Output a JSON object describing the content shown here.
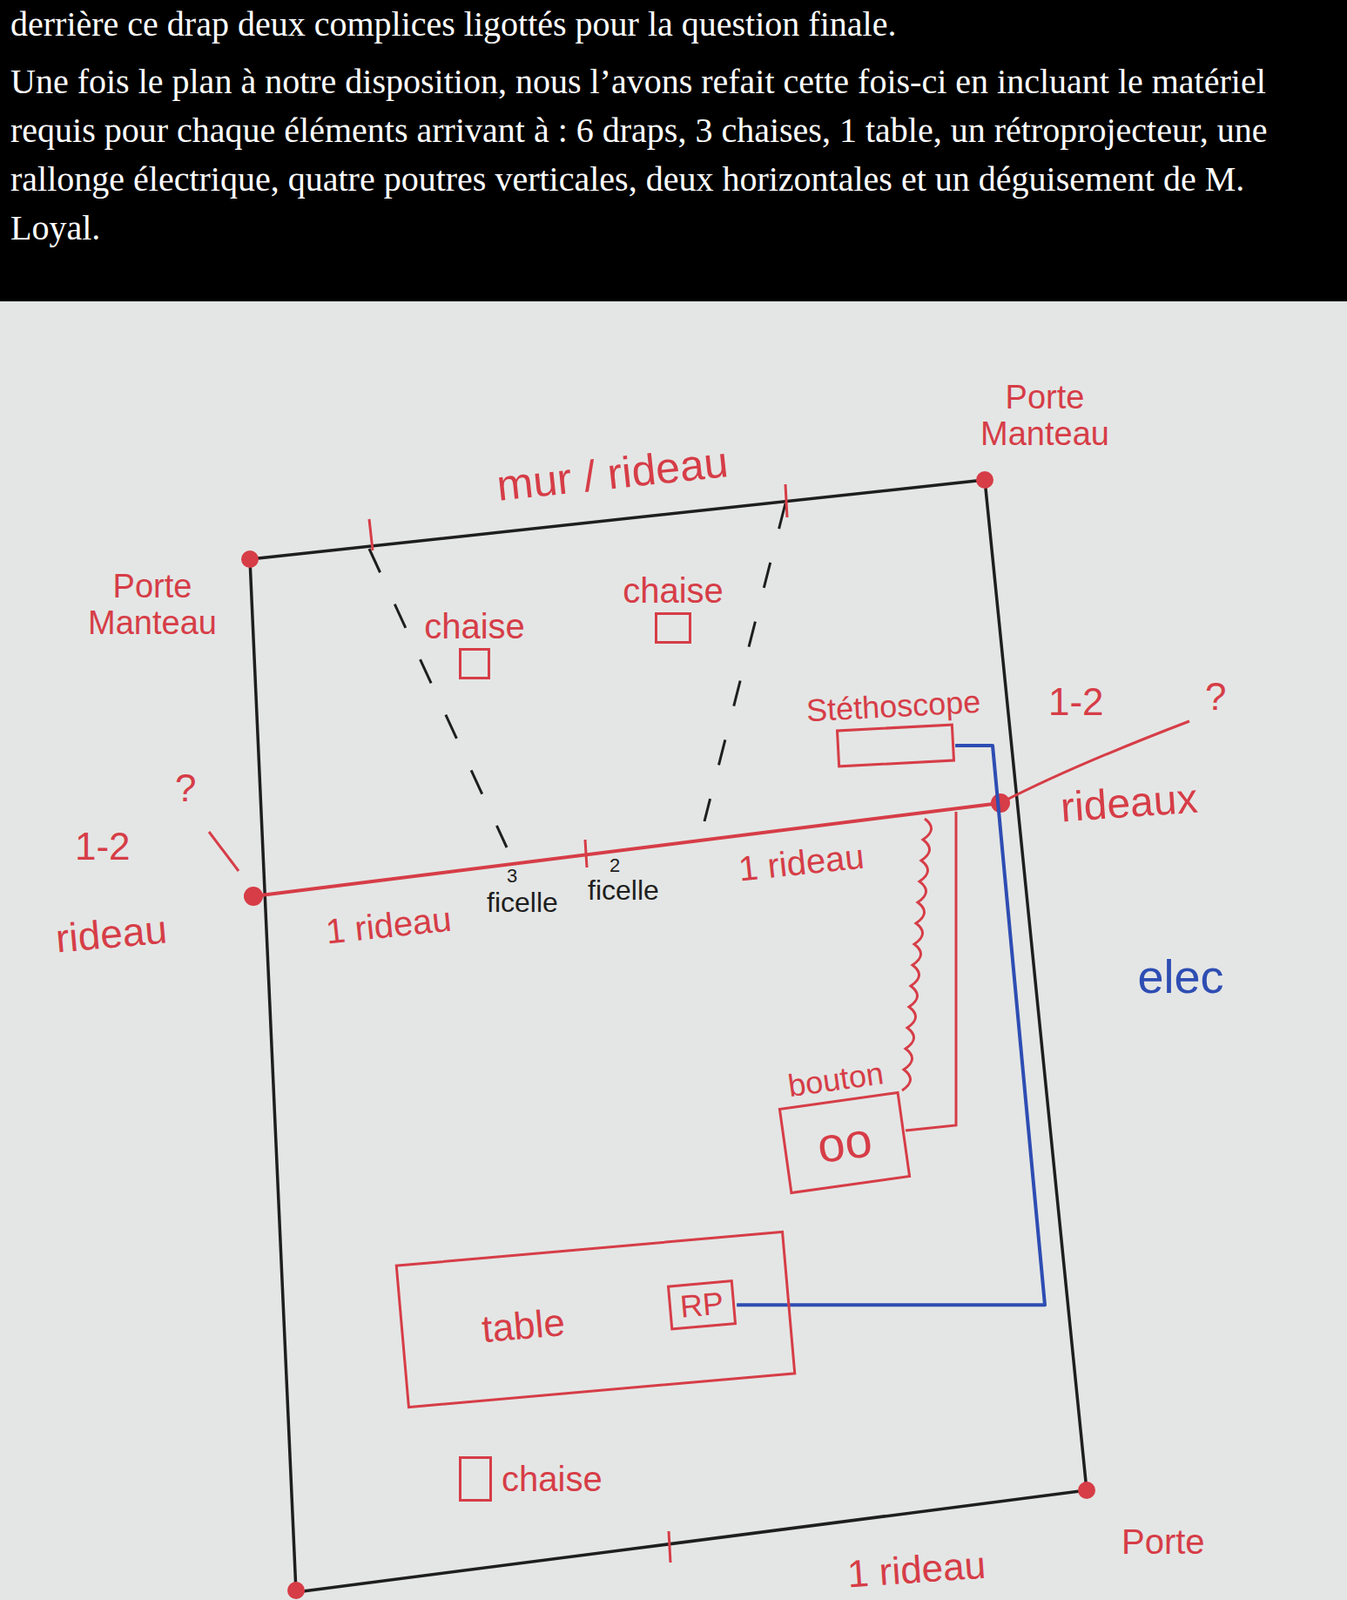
{
  "diagram": {
    "nodes": [
      {
        "text": [
          "chaise"
        ]
      },
      {
        "text": [
          "chaise"
        ]
      },
      {
        "text": [
          "Stéthoscope"
        ]
      },
      {
        "text": [
          "bouton",
          "oo"
        ]
      },
      {
        "text": [
          "table"
        ]
      },
      {
        "text": [
          "RP"
        ],
        "in": 4
      },
      {
        "text": [
          "chaise"
        ]
      }
    ],
    "edges": [
      {
        "from": 2,
        "to": 5,
        "arrow": "none",
        "label": "elec"
      }
    ],
    "labels": [
      "derrière ce drap deux complices ligottés pour la question finale.",
      "Une fois le plan à notre disposition, nous l’avons refait cette fois-ci en incluant le matériel requis pour chaque éléments arrivant à : 6 draps, 3 chaises, 1 table, un rétroprojecteur, une rallonge électrique, quatre poutres verticales, deux horizontales et un déguisement de M. Loyal.",
      "Porte Manteau",
      "Porte Manteau",
      "Porte",
      "mur / rideau",
      "1-2",
      "?",
      "rideau",
      "1 rideau",
      "3",
      "ficelle",
      "2",
      "ficelle",
      "1 rideau",
      "1-2",
      "?",
      "rideaux",
      "1 rideau"
    ]
  }
}
